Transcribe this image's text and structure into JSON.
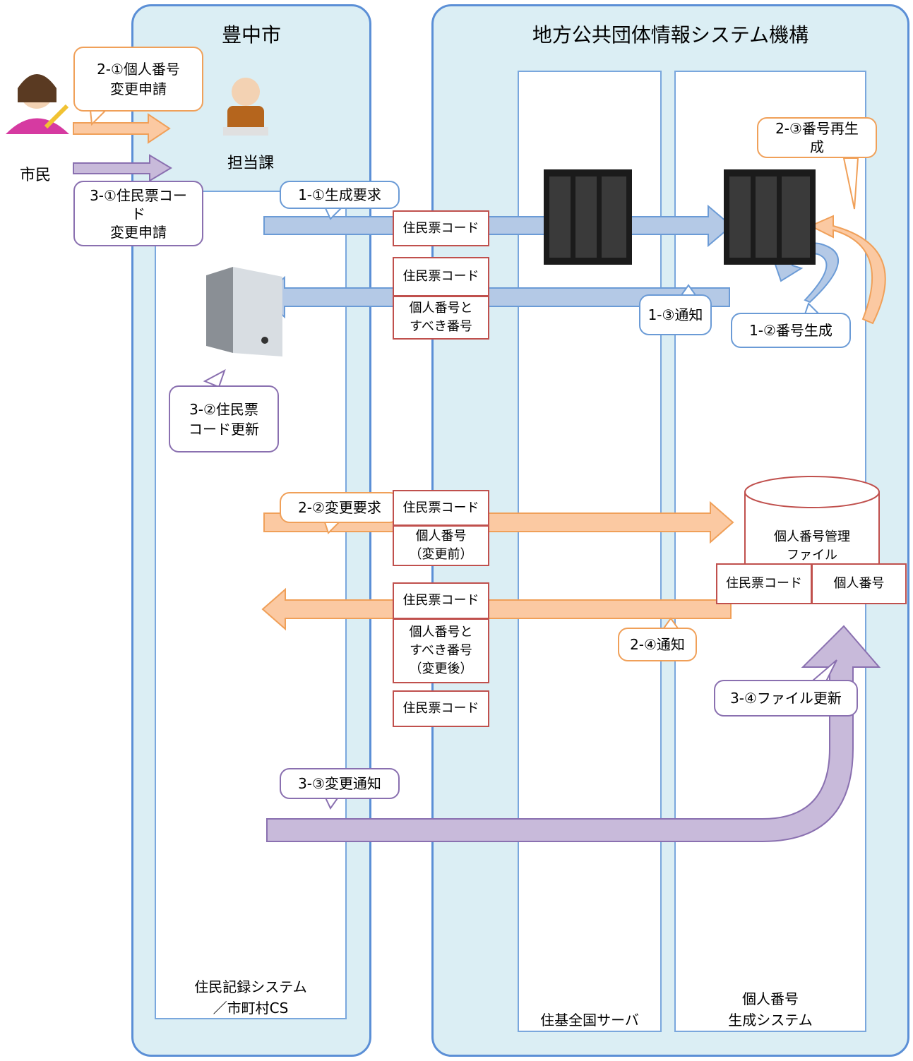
{
  "orgs": {
    "city": "豊中市",
    "jlis": "地方公共団体情報システム機構"
  },
  "labels": {
    "citizen": "市民",
    "department": "担当課",
    "resident_system_line1": "住民記録システム",
    "resident_system_line2": "／市町村CS",
    "national_server": "住基全国サーバ",
    "number_system_line1": "個人番号",
    "number_system_line2": "生成システム"
  },
  "callouts": {
    "c2_1_line1": "2-①個人番号",
    "c2_1_line2": "変更申請",
    "c3_1_line1": "3-①住民票コー",
    "c3_1_line2": "ド",
    "c3_1_line3": "変更申請",
    "c1_1": "1-①生成要求",
    "c2_3_line1": "2-③番号再生",
    "c2_3_line2": "成",
    "c1_3": "1-③通知",
    "c1_2": "1-②番号生成",
    "c3_2_line1": "3-②住民票",
    "c3_2_line2": "コード更新",
    "c2_2": "2-②変更要求",
    "c2_4": "2-④通知",
    "c3_4": "3-④ファイル更新",
    "c3_3": "3-③変更通知"
  },
  "boxes": {
    "b1": "住民票コード",
    "b2": "住民票コード",
    "b3_line1": "個人番号と",
    "b3_line2": "すべき番号",
    "b4": "住民票コード",
    "b5_line1": "個人番号",
    "b5_line2": "（変更前）",
    "b6": "住民票コード",
    "b7_line1": "個人番号と",
    "b7_line2": "すべき番号",
    "b7_line3": "（変更後）",
    "b8": "住民票コード"
  },
  "database": {
    "title_line1": "個人番号管理",
    "title_line2": "ファイル",
    "col1": "住民票コード",
    "col2": "個人番号"
  },
  "colors": {
    "panel_fill": "#dbeef4",
    "panel_border": "#5b8fd6",
    "blue_arrow": "#b4c9e6",
    "orange_arrow": "#fbc9a2",
    "purple_arrow": "#c8bada",
    "box_border": "#c0504d"
  }
}
